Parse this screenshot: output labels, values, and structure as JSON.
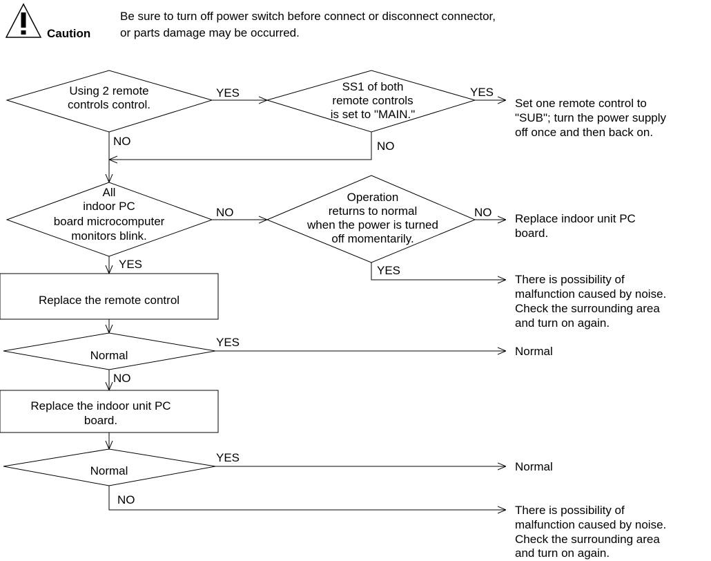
{
  "caution": {
    "label": "Caution",
    "line1": "Be sure to turn off power switch before connect or disconnect connector,",
    "line2": "or parts damage may be occurred.",
    "icon": "warning-triangle-icon"
  },
  "flow": {
    "d1": [
      "Using 2 remote",
      "controls control."
    ],
    "d2": [
      "SS1 of both",
      "remote controls",
      "is set to \"MAIN.\""
    ],
    "d3": [
      "All",
      "indoor PC",
      "board microcomputer",
      "monitors blink."
    ],
    "d4": [
      "Operation",
      "returns to normal",
      "when the power is turned",
      "off momentarily."
    ],
    "d5": "Normal",
    "d6": "Normal",
    "b1": "Replace the remote control",
    "b2": [
      "Replace the indoor unit PC",
      "board."
    ],
    "r1": [
      "Set one remote control to",
      "\"SUB\"; turn the power supply",
      "off once and then back on."
    ],
    "r2": [
      "Replace indoor unit PC",
      "board."
    ],
    "r3": [
      "There is possibility of",
      "malfunction caused by noise.",
      "Check the surrounding area",
      "and turn on again."
    ],
    "r4": "Normal",
    "r5": "Normal",
    "r6": [
      "There is possibility of",
      "malfunction caused by noise.",
      "Check the surrounding area",
      "and turn on again."
    ]
  },
  "labels": {
    "yes": "YES",
    "no": "NO"
  }
}
